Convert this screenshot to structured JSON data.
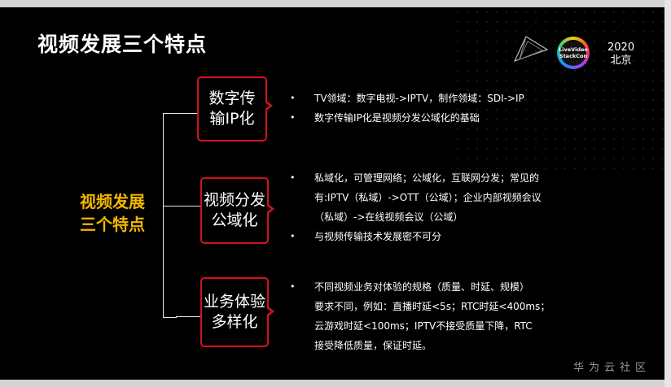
{
  "slide": {
    "title": "视频发展三个特点",
    "main_label_line1": "视频发展",
    "main_label_line2": "三个特点",
    "logo": {
      "line1": "LiveVideo",
      "line2": "StackCon",
      "year": "2020",
      "city": "北京"
    },
    "watermark": "华为云社区"
  },
  "sections": [
    {
      "box_line1": "数字传",
      "box_line2": "输IP化",
      "bullets": [
        {
          "lines": [
            "TV领域：数字电视->IPTV，制作领域：SDI->IP"
          ]
        },
        {
          "lines": [
            "数字传输IP化是视频分发公域化的基础"
          ]
        }
      ]
    },
    {
      "box_line1": "视频分发",
      "box_line2": "公域化",
      "bullets": [
        {
          "lines": [
            "私域化，可管理网络；公域化，互联网分发；常见的",
            "有:IPTV（私域）->OTT（公域）；企业内部视频会议",
            "（私域）->在线视频会议（公域）"
          ]
        },
        {
          "lines": [
            "与视频传输技术发展密不可分"
          ]
        }
      ]
    },
    {
      "box_line1": "业务体验",
      "box_line2": "多样化",
      "bullets": [
        {
          "lines": [
            "不同视频业务对体验的规格（质量、时延、规模）",
            "要求不同，例如：直播时延<5s；RTC时延<400ms；",
            "云游戏时延<100ms；IPTV不接受质量下降，RTC",
            "接受降低质量，保证时延。"
          ]
        }
      ]
    }
  ],
  "colors": {
    "accent": "#d4121e",
    "highlight": "#f2b600",
    "background": "#000000"
  }
}
